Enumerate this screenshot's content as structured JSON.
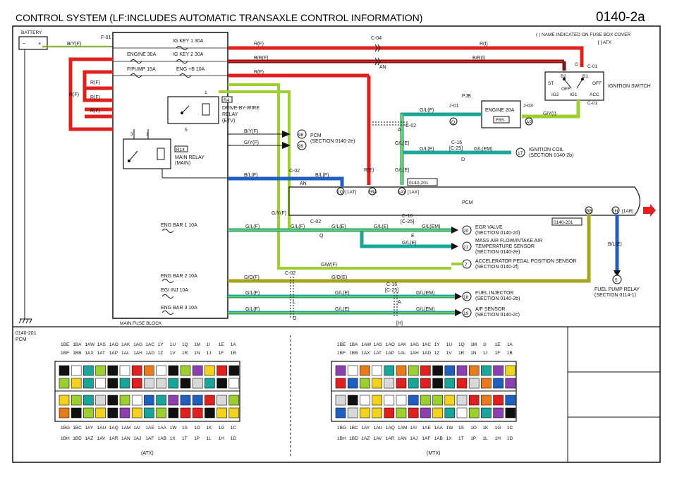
{
  "header": {
    "title": "CONTROL SYSTEM (LF:INCLUDES AUTOMATIC TRANSAXLE CONTROL INFORMATION)",
    "code": "0140-2a"
  },
  "legend": {
    "line1": "( ) NAME INDICATED ON FUSE BOX COVER",
    "line2": "[ ] ATX"
  },
  "battery": {
    "label": "BATTERY",
    "minus": "−",
    "plus": "+"
  },
  "fuse_block": {
    "label": "MAIN FUSE BLOCK",
    "fuses": {
      "ig1": "IG KEY 1 30A",
      "ig2": "IG KEY 2 30A",
      "engine30": "ENGINE 30A",
      "fpump": "F/PUMP 15A",
      "engb": "ENG +B 10A",
      "bar1": "ENG BAR 1 10A",
      "bar2": "ENG BAR 2 10A",
      "egi": "EGI INJ 10A",
      "bar3": "ENG BAR 3 10A"
    }
  },
  "connectors": {
    "f01": "F-01",
    "c04": "C-04",
    "c01a": "C-01",
    "c01b": "C-01",
    "c02a": "C-02",
    "c02b": "C-02",
    "c02c": "C-02",
    "c02d": "C-02",
    "c16a": "C-16",
    "c16a2": "[C-25]",
    "c16b": "C-16",
    "c16b2": "[C-25]",
    "c16c": "C-16",
    "c16c2": "[C-25]",
    "j01": "J-01",
    "j03": "J-03",
    "pjb": "PJB"
  },
  "wire_labels": {
    "byf": "B/Y(F)",
    "rf1": "R(F)",
    "rf2": "R(F)",
    "ri": "R(I)",
    "bri": "B/R(I)",
    "br_f": "B/R(F)",
    "an": "AN",
    "rf_left": "R(F)",
    "rf_a": "R(F)",
    "rf_b": "R(F)",
    "rf_c": "R(F)",
    "byf2": "B/Y(F)",
    "gyf": "G/Y(F)",
    "blf": "B/L(F)",
    "blf2": "B/L(F)",
    "an2": "AN",
    "re": "R(E)",
    "gle": "G/L(E)",
    "gle2": "G/L(E)",
    "glf": "G/L(F)",
    "gyi": "G/Y(I)",
    "gle3": "G/L(E)",
    "glem": "G/L(EM)",
    "a": "A",
    "d": "D",
    "gyf2": "G/Y(F)",
    "glf_b1": "G/L(F)",
    "glf_b1b": "G/L(F)",
    "q": "Q",
    "gle_b1": "G/L(E)",
    "gle_b1b": "G/L(E)",
    "gle_b1c": "G/L(E)",
    "glem_b1": "G/L(EM)",
    "e": "E",
    "gwf": "G/W(F)",
    "gof": "G/O(F)",
    "goe": "G/O(E)",
    "glf_egi": "G/L(F)",
    "gle_egi": "G/L(E)",
    "glem_egi": "G/L(EM)",
    "l": "L",
    "a2": "A",
    "glf_b3": "G/L(F)",
    "gle_b3": "G/L(E)",
    "glem_b3": "G/L(EM)",
    "o": "O",
    "h": "[H]",
    "ble": "B/L(E)"
  },
  "switch": {
    "title": "IGNITION SWITCH",
    "g": "G",
    "b2": "B2",
    "b1": "B1",
    "st": "ST",
    "off": "OFF",
    "ig2": "IG2",
    "ig1": "IG1",
    "acc": "ACC",
    "off2": "OFF"
  },
  "relays": {
    "dbw_id": "R4",
    "dbw1": "DRIVE-BY-WIRE",
    "dbw2": "RELAY",
    "dbw3": "(ETV)",
    "dbw_pin1": "1",
    "dbw_pin5": "5",
    "main_id": "R14",
    "main1": "MAIN RELAY",
    "main2": "(MAIN)",
    "main_pin1": "1",
    "main_pin3": "3"
  },
  "engine20": {
    "label": "ENGINE 20A",
    "code": "F6S",
    "pin_q": "Q",
    "pin_ap": "AP"
  },
  "pcm": {
    "label": "PCM",
    "conn": "0140-201",
    "conn2": "0140-201",
    "pin_1q": "1Q",
    "pin_1at": "[1AT]",
    "pin_fba": "FBA",
    "pin_1ay": "1AY",
    "pin_1ax": "[1AX]",
    "pin_bb": "BB",
    "pin_1h": "1H",
    "pin_1ar": "[1AR]"
  },
  "destinations": {
    "pcm_label": "PCM",
    "pcm_section": "(SECTION 0140-2e)",
    "pin98": "98",
    "pin99": "99",
    "coil": "IGNITION COIL",
    "coil_sec": "(SECTION 0140-2b)",
    "pin17": "17",
    "egr": "EGR VALVE",
    "egr_sec": "(SECTION 0140-2d)",
    "pin20": "20",
    "maf1": "MASS AIR FLOW/INTAKE AIR",
    "maf2": "TEMPERATURE SENSOR",
    "maf_sec": "(SECTION 0140-2e)",
    "pin21": "21",
    "app": "ACCELERATOR PEDAL POSITION SENSOR",
    "app_sec": "(SECTION 0140-2f)",
    "pin7": "7",
    "inj": "FUEL INJECTOR",
    "inj_sec": "(SECTION 0140-2b)",
    "pin18": "18",
    "af": "A/F SENSOR",
    "af_sec": "(SECTION 0140-2c)",
    "pin19": "19",
    "fpr": "FUEL PUMP RELAY",
    "fpr_sec": "(SECTION 0114-1)",
    "pin5": "5"
  },
  "bottom": {
    "conn_code": "0140-201",
    "conn_name": "PCM",
    "atx": "(ATX)",
    "mtx": "(MTX)",
    "top_row1": [
      "1BE",
      "1BA",
      "1AW",
      "1AS",
      "1AO",
      "1AK",
      "1AG",
      "1AC",
      "1Y",
      "1U",
      "1Q",
      "1M",
      "1I",
      "1E",
      "1A"
    ],
    "top_row2": [
      "1BF",
      "1BB",
      "1AX",
      "1AT",
      "1AP",
      "1AL",
      "1AH",
      "1AD",
      "1Z",
      "1V",
      "1R",
      "1N",
      "1J",
      "1F",
      "1B"
    ],
    "bot_row1": [
      "1BG",
      "1BC",
      "1AY",
      "1AU",
      "1AQ",
      "1AM",
      "1AI",
      "1AE",
      "1AA",
      "1W",
      "1S",
      "1O",
      "1K",
      "1G",
      "1C"
    ],
    "bot_row2": [
      "1BH",
      "1BD",
      "1AZ",
      "1AV",
      "1AR",
      "1AN",
      "1AJ",
      "1AF",
      "1AB",
      "1X",
      "1T",
      "1P",
      "1L",
      "1H",
      "1D"
    ]
  },
  "colors": {
    "red": "#e0201e",
    "darkred": "#7a1414",
    "green": "#9ccf2f",
    "teal": "#1aa59a",
    "blue": "#1f5fc0",
    "olive": "#a8a420",
    "black": "#111111"
  }
}
